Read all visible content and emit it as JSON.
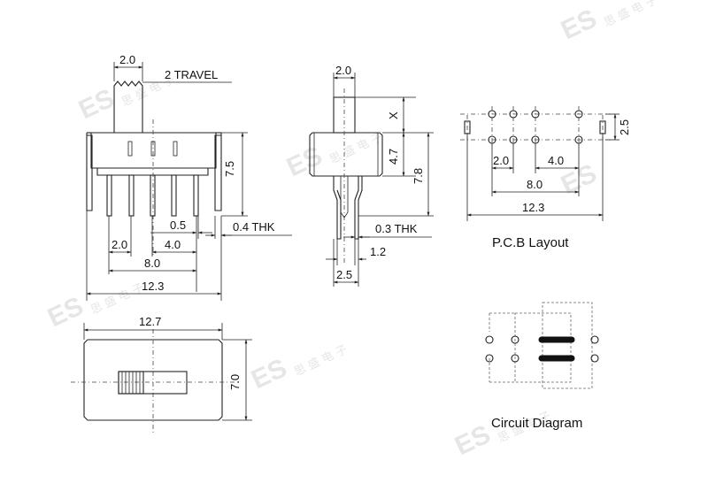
{
  "watermark": {
    "brand": "ES",
    "chinese": "思 盛 电 子"
  },
  "front_view": {
    "dims": {
      "d1": "2.0",
      "travel": "2 TRAVEL",
      "height": "7.5",
      "pitch_small": "0.5",
      "thk": "0.4 THK",
      "p1": "2.0",
      "p2": "4.0",
      "p3": "8.0",
      "total": "12.3"
    }
  },
  "side_view": {
    "dims": {
      "d1": "2.0",
      "x": "X",
      "h1": "4.7",
      "h2": "7.8",
      "thk": "0.3 THK",
      "d2": "1.2",
      "d3": "2.5"
    }
  },
  "pcb_layout": {
    "caption": "P.C.B Layout",
    "dims": {
      "h": "2.5",
      "p1": "2.0",
      "p2": "4.0",
      "p3": "8.0",
      "total": "12.3"
    }
  },
  "top_view": {
    "dims": {
      "width": "12.7",
      "height": "7.0"
    }
  },
  "circuit": {
    "caption": "Circuit Diagram"
  }
}
